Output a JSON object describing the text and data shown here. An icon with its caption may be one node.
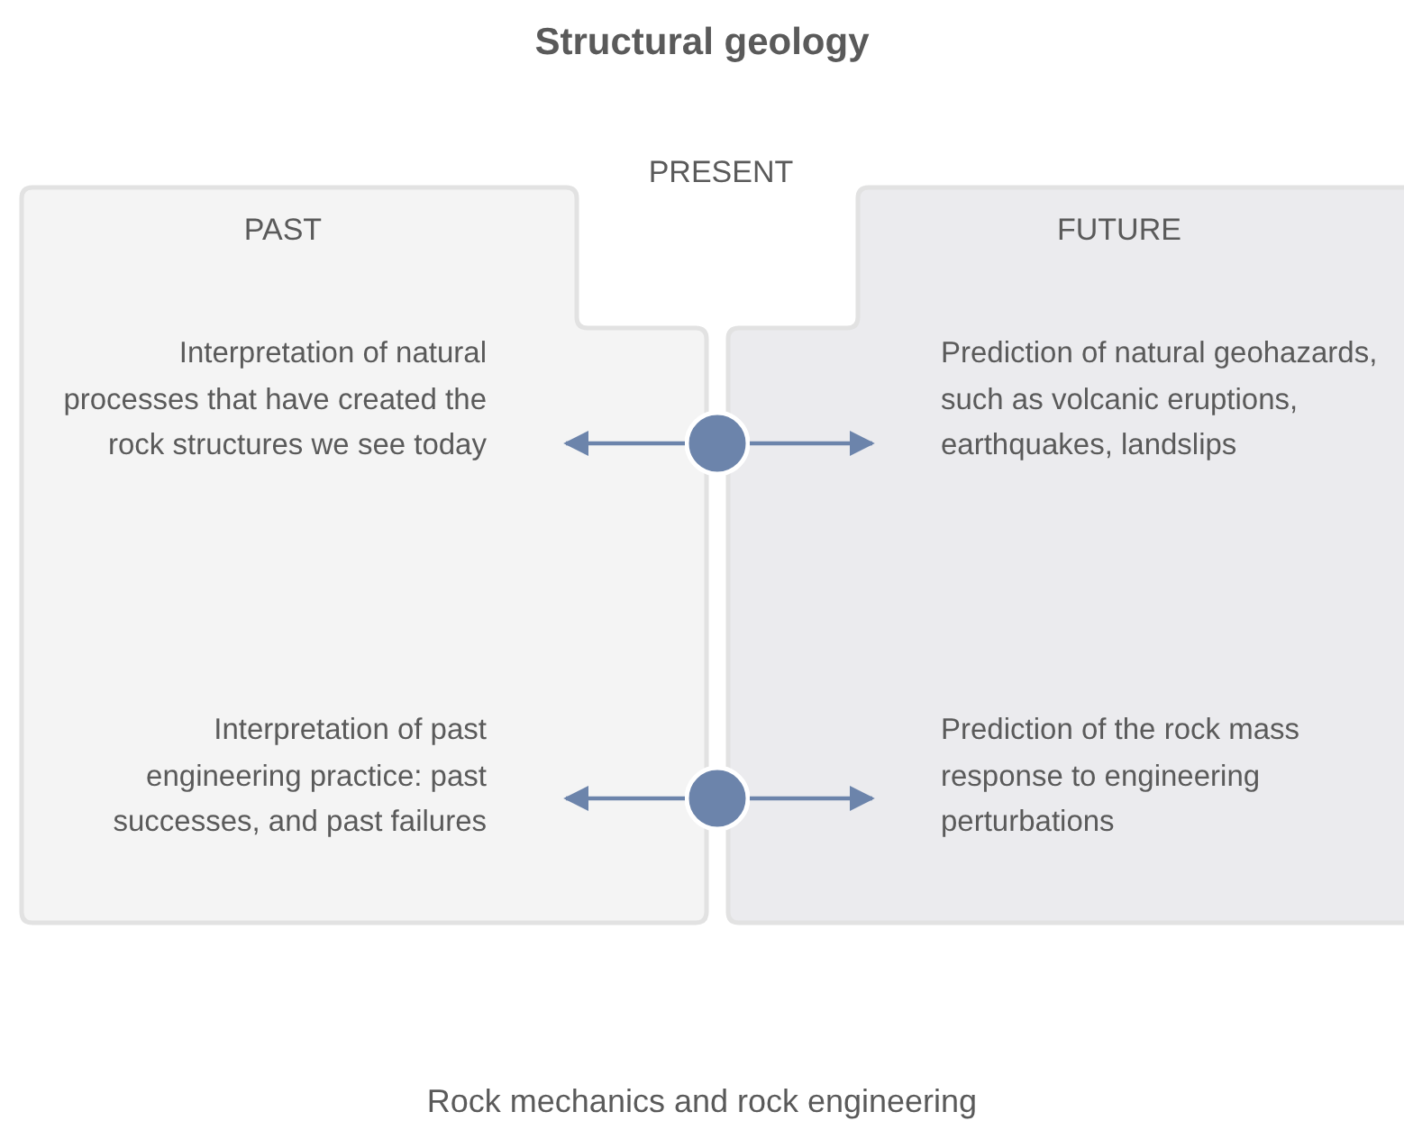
{
  "diagram": {
    "title": "Structural geology",
    "caption": "Rock mechanics and rock engineering",
    "nodes": [
      {
        "text": [
          "PAST"
        ]
      },
      {
        "text": [
          "Interpretation of natural processes that have created the rock structures we see today"
        ],
        "in": 0
      },
      {
        "text": [
          "Interpretation of past engineering practice: past successes, and past failures"
        ],
        "in": 0
      },
      {
        "text": [
          "FUTURE"
        ]
      },
      {
        "text": [
          "Prediction of natural geohazards, such as volcanic eruptions, earthquakes, landslips"
        ],
        "in": 3
      },
      {
        "text": [
          "Prediction of the rock mass response to engineering perturbations"
        ],
        "in": 3
      },
      {
        "text": [],
        "shape": "circle"
      },
      {
        "text": [],
        "shape": "circle"
      }
    ],
    "edges": [
      {
        "from": 6,
        "to": 1,
        "arrow": "to"
      },
      {
        "from": 6,
        "to": 4,
        "arrow": "to"
      },
      {
        "from": 7,
        "to": 2,
        "arrow": "to"
      },
      {
        "from": 7,
        "to": 5,
        "arrow": "to"
      }
    ],
    "labels": [
      "PRESENT"
    ]
  }
}
